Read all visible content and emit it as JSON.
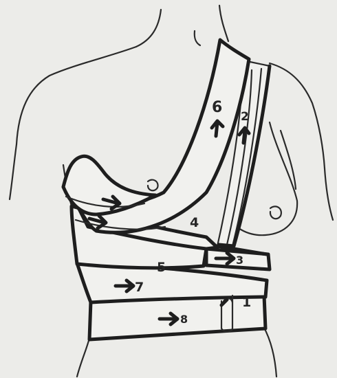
{
  "diagram": {
    "labels": {
      "band_1": "1",
      "band_2": "2",
      "band_3": "3",
      "band_4": "4",
      "band_5": "5",
      "band_6": "6",
      "band_7": "7",
      "band_8": "8"
    },
    "colors": {
      "ink": "#1e1e1e",
      "paper": "#ecece9"
    }
  }
}
